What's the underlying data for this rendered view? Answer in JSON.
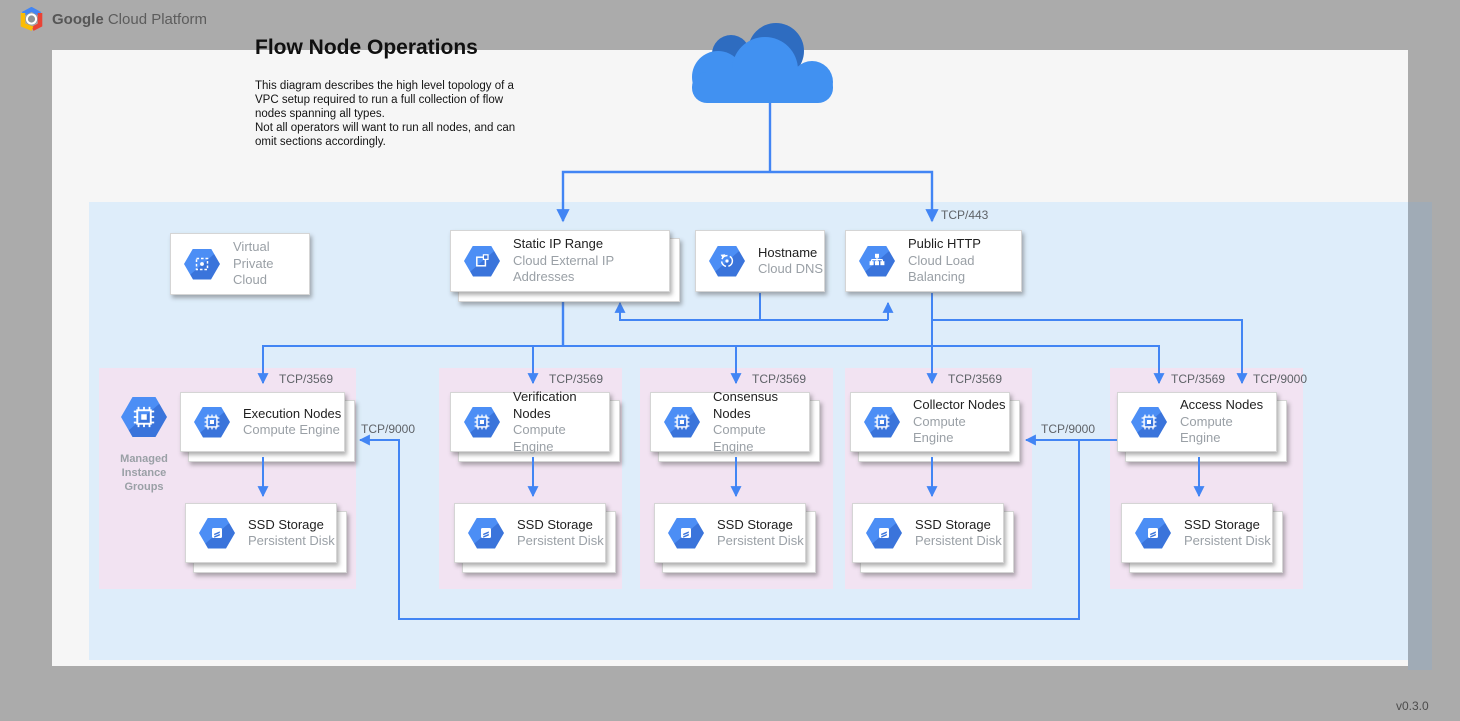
{
  "header": {
    "brand_bold": "Google",
    "brand_rest": "Cloud Platform"
  },
  "title": "Flow Node Operations",
  "description": "This diagram describes the high level topology of a\nVPC setup required to run a full collection of flow\nnodes spanning all types.\nNot all operators will want to run all nodes, and can\nomit sections accordingly.",
  "version": "v0.3.0",
  "vpc_card": {
    "line1": "Virtual",
    "line2": "Private Cloud"
  },
  "service_cards": {
    "static_ip": {
      "title": "Static IP Range",
      "subtitle": "Cloud External IP Addresses"
    },
    "hostname": {
      "title": "Hostname",
      "subtitle": "Cloud DNS"
    },
    "public_http": {
      "title": "Public HTTP",
      "subtitle": "Cloud Load Balancing"
    }
  },
  "mig_label": "Managed\nInstance\nGroups",
  "groups": [
    {
      "compute_title": "Execution Nodes",
      "compute_subtitle": "Compute Engine",
      "ssd_title": "SSD Storage",
      "ssd_subtitle": "Persistent Disk",
      "port": "TCP/3569"
    },
    {
      "compute_title": "Verification Nodes",
      "compute_subtitle": "Compute Engine",
      "ssd_title": "SSD Storage",
      "ssd_subtitle": "Persistent Disk",
      "port": "TCP/3569"
    },
    {
      "compute_title": "Consensus Nodes",
      "compute_subtitle": "Compute Engine",
      "ssd_title": "SSD Storage",
      "ssd_subtitle": "Persistent Disk",
      "port": "TCP/3569"
    },
    {
      "compute_title": "Collector Nodes",
      "compute_subtitle": "Compute Engine",
      "ssd_title": "SSD Storage",
      "ssd_subtitle": "Persistent Disk",
      "port": "TCP/3569"
    },
    {
      "compute_title": "Access Nodes",
      "compute_subtitle": "Compute Engine",
      "ssd_title": "SSD Storage",
      "ssd_subtitle": "Persistent Disk",
      "port": "TCP/3569"
    }
  ],
  "ports": {
    "tcp443": "TCP/443",
    "access_9000": "TCP/9000",
    "execution_9000": "TCP/9000",
    "collector_9000": "TCP/9000"
  },
  "colors": {
    "accent_blue": "#4285F4",
    "cloud_light": "#4191F1",
    "cloud_dark": "#2E6CC0",
    "vpc_fill": "#DEEDFA",
    "group_fill": "#F2E3F2"
  }
}
